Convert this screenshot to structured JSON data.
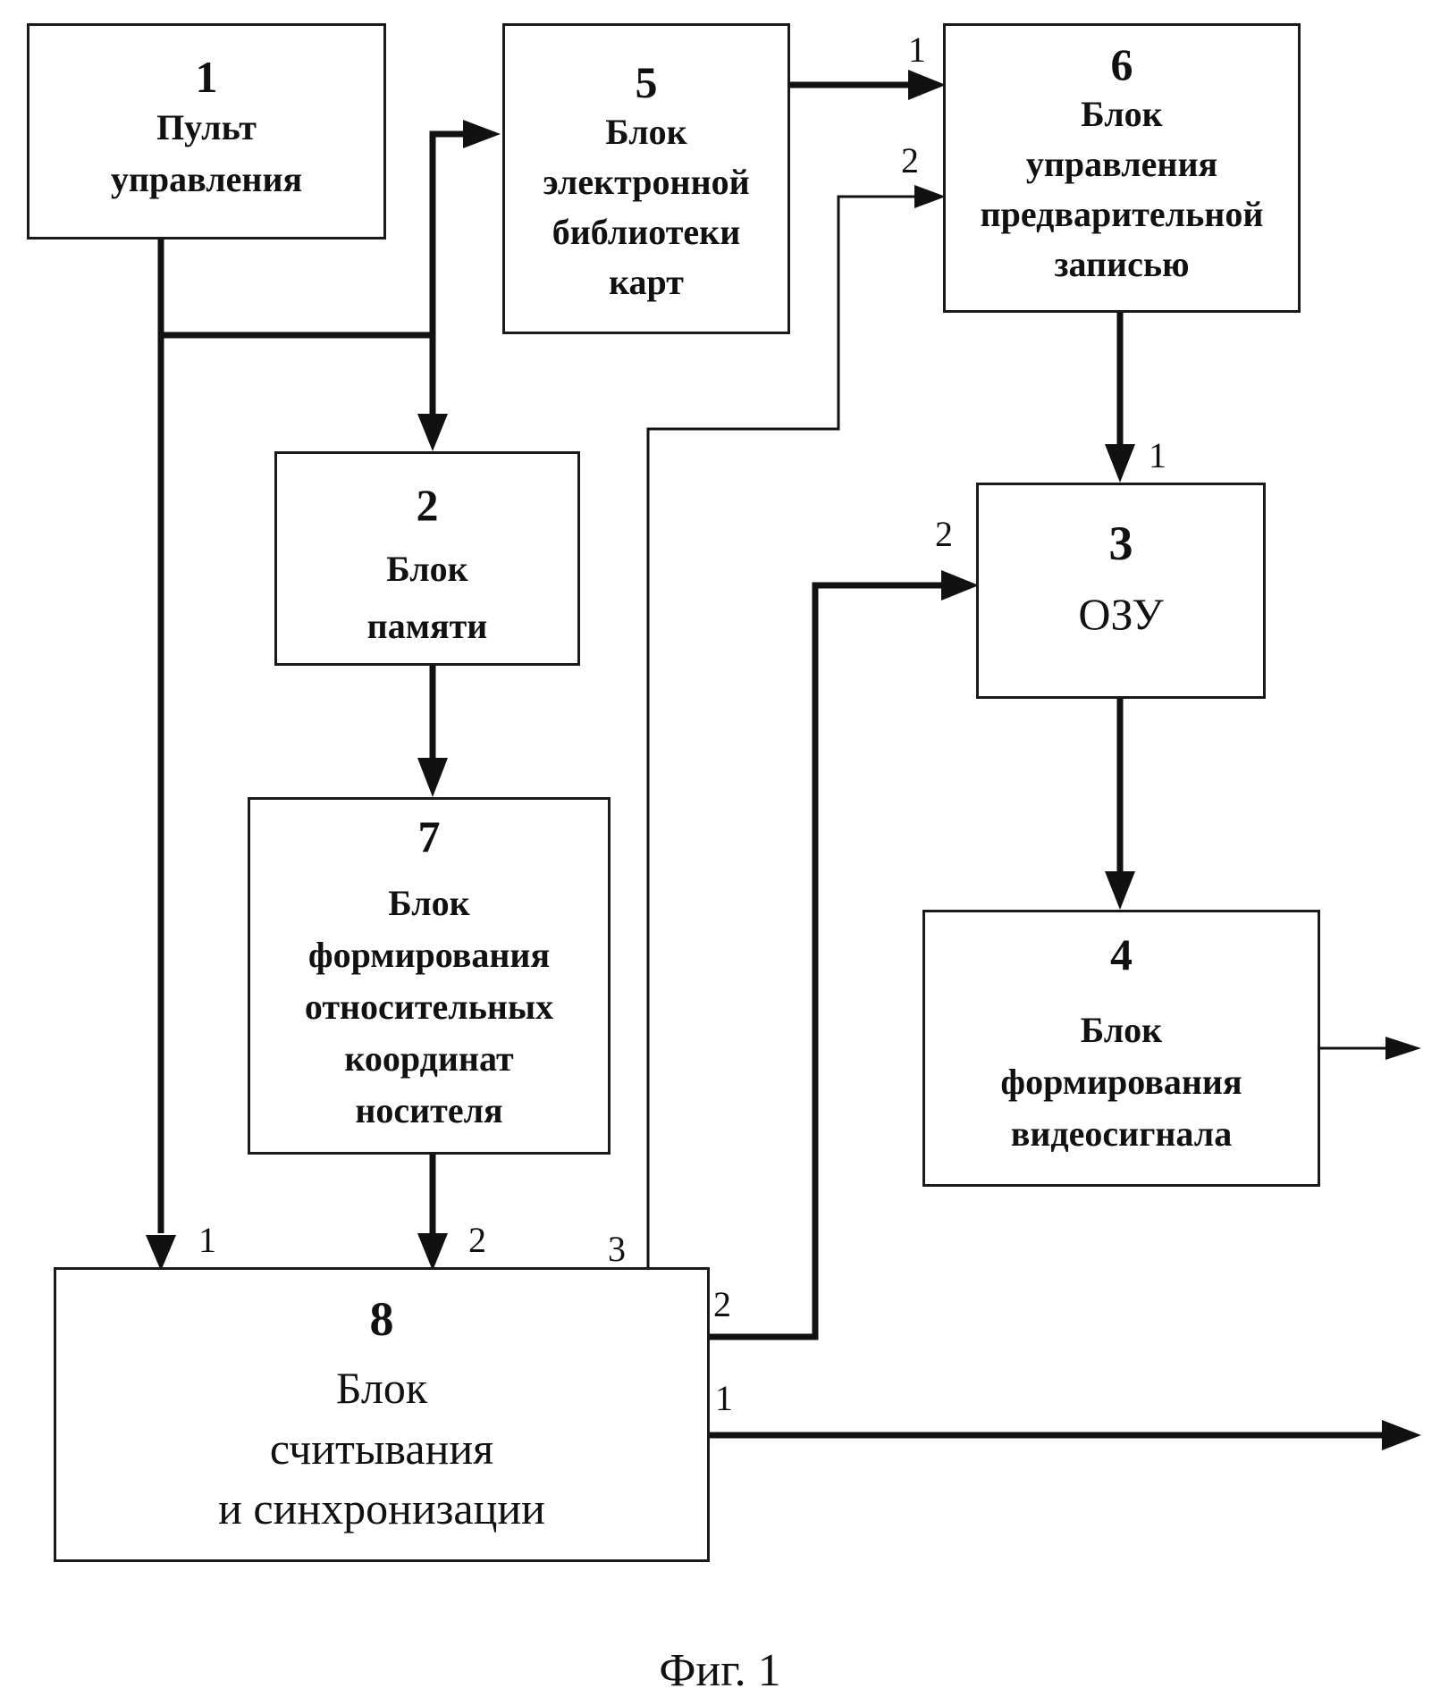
{
  "blocks": {
    "b1": {
      "num": "1",
      "label": "Пульт\nуправления"
    },
    "b2": {
      "num": "2",
      "label": "Блок\nпамяти"
    },
    "b3": {
      "num": "3",
      "label": "ОЗУ"
    },
    "b4": {
      "num": "4",
      "label": "Блок\nформирования\nвидеосигнала"
    },
    "b5": {
      "num": "5",
      "label": "Блок\nэлектронной\nбиблиотеки\nкарт"
    },
    "b6": {
      "num": "6",
      "label": "Блок\nуправления\nпредварительной\nзаписью"
    },
    "b7": {
      "num": "7",
      "label": "Блок\nформирования\nотносительных\nкоординат\nносителя"
    },
    "b8": {
      "num": "8",
      "label": "Блок\nсчитывания\nи синхронизации"
    }
  },
  "ports": {
    "b6_in1": "1",
    "b6_in2": "2",
    "b3_in1": "1",
    "b3_in2": "2",
    "b8_in1": "1",
    "b8_in2": "2",
    "b8_out3": "3",
    "b8_out2": "2",
    "b8_out1": "1"
  },
  "caption": "Фиг. 1"
}
